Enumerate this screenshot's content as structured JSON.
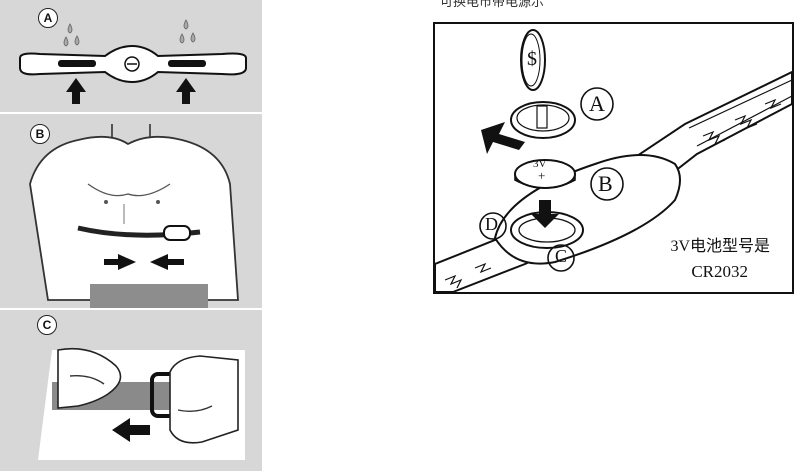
{
  "panels": {
    "a": {
      "label": "A"
    },
    "b": {
      "label": "B"
    },
    "c": {
      "label": "C"
    }
  },
  "battery_diagram": {
    "header_fragment": "可换电市带电源示",
    "coin_symbol": "$",
    "battery_voltage": "3V",
    "battery_polarity": "+",
    "callouts": [
      "A",
      "B",
      "C",
      "D"
    ],
    "caption_line1": "3V电池型号是",
    "caption_line2": "CR2032"
  },
  "colors": {
    "panel_bg": "#d7d7d7",
    "ink": "#111111",
    "strap": "#8a8a8a"
  }
}
